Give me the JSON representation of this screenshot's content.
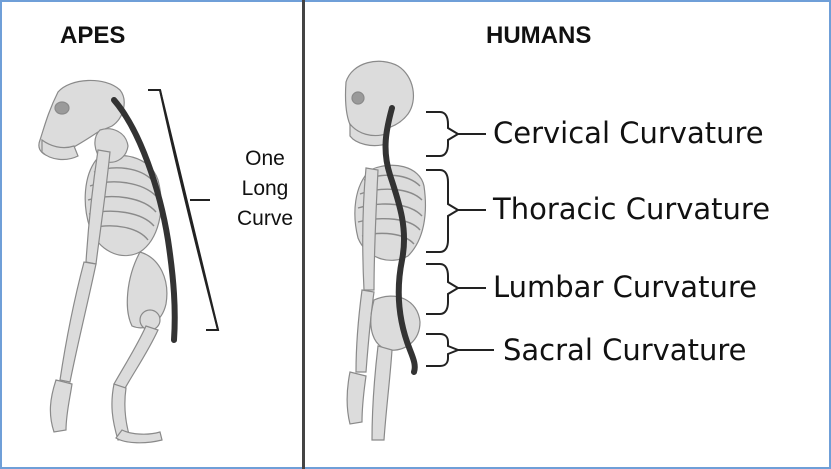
{
  "apes": {
    "title": "APES",
    "annotation_lines": [
      "One",
      "Long",
      "Curve"
    ]
  },
  "humans": {
    "title": "HUMANS",
    "curvatures": [
      "Cervical Curvature",
      "Thoracic Curvature",
      "Lumbar Curvature",
      "Sacral Curvature"
    ]
  },
  "colors": {
    "frame_border": "#6f9fd8",
    "divider": "#444444",
    "spine_line": "#333333",
    "bone_fill": "#d9d9d9"
  }
}
